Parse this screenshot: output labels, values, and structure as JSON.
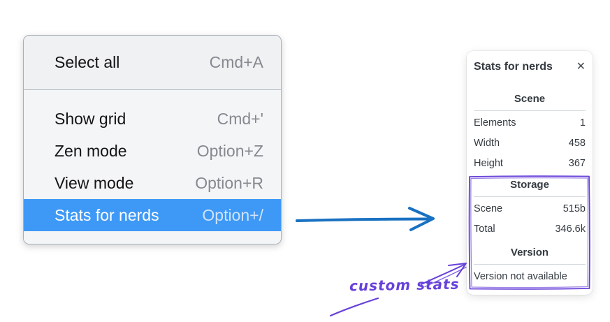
{
  "colors": {
    "menu_background": "#f0f1f3",
    "menu_highlight": "#3e99f6",
    "menu_shortcut_gray": "#86898f",
    "arrow_blue": "#1971c2",
    "annotation_purple": "#6741d9",
    "panel_text": "#343a40"
  },
  "menu": {
    "items": [
      {
        "label": "Select all",
        "shortcut": "Cmd+A"
      },
      {
        "label": "Show grid",
        "shortcut": "Cmd+'"
      },
      {
        "label": "Zen mode",
        "shortcut": "Option+Z"
      },
      {
        "label": "View mode",
        "shortcut": "Option+R"
      },
      {
        "label": "Stats for nerds",
        "shortcut": "Option+/"
      }
    ]
  },
  "stats_panel": {
    "title": "Stats for nerds",
    "close_icon": "✕",
    "scene_section": {
      "heading": "Scene",
      "rows": [
        {
          "label": "Elements",
          "value": "1"
        },
        {
          "label": "Width",
          "value": "458"
        },
        {
          "label": "Height",
          "value": "367"
        }
      ]
    },
    "storage_section": {
      "heading": "Storage",
      "rows": [
        {
          "label": "Scene",
          "value": "515b"
        },
        {
          "label": "Total",
          "value": "346.6k"
        }
      ]
    },
    "version_section": {
      "heading": "Version",
      "note": "Version not available"
    }
  },
  "annotation": {
    "label": "custom stats"
  }
}
